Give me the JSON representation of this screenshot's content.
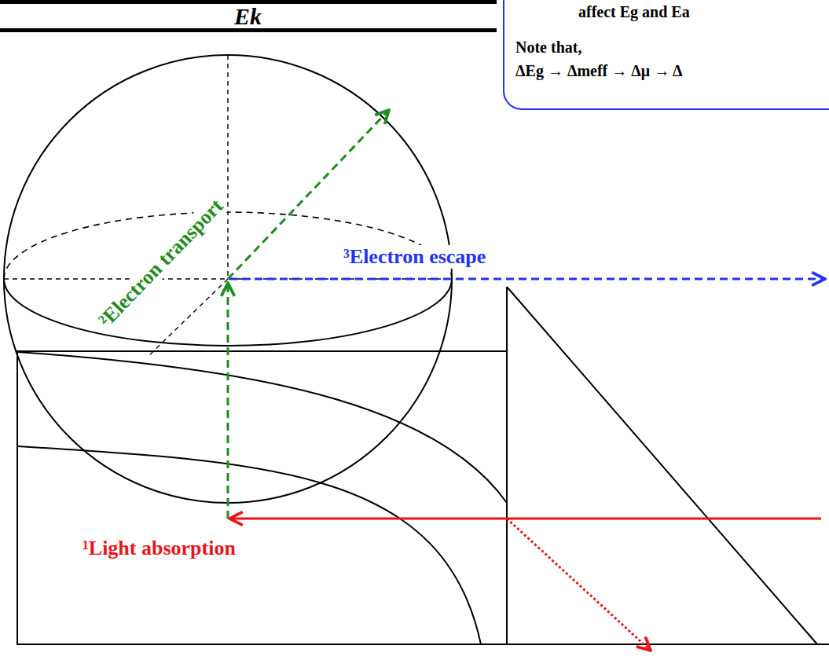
{
  "diagram": {
    "nodes": [
      {
        "text": [
          "Ek"
        ]
      },
      {
        "text": [
          "affect Eg and Ea",
          "Note that,",
          "ΔEg → Δmeff → Δμ → Δ"
        ]
      }
    ],
    "labels": [
      "²Electron transport",
      "³Electron escape",
      "¹Light absorption"
    ]
  }
}
